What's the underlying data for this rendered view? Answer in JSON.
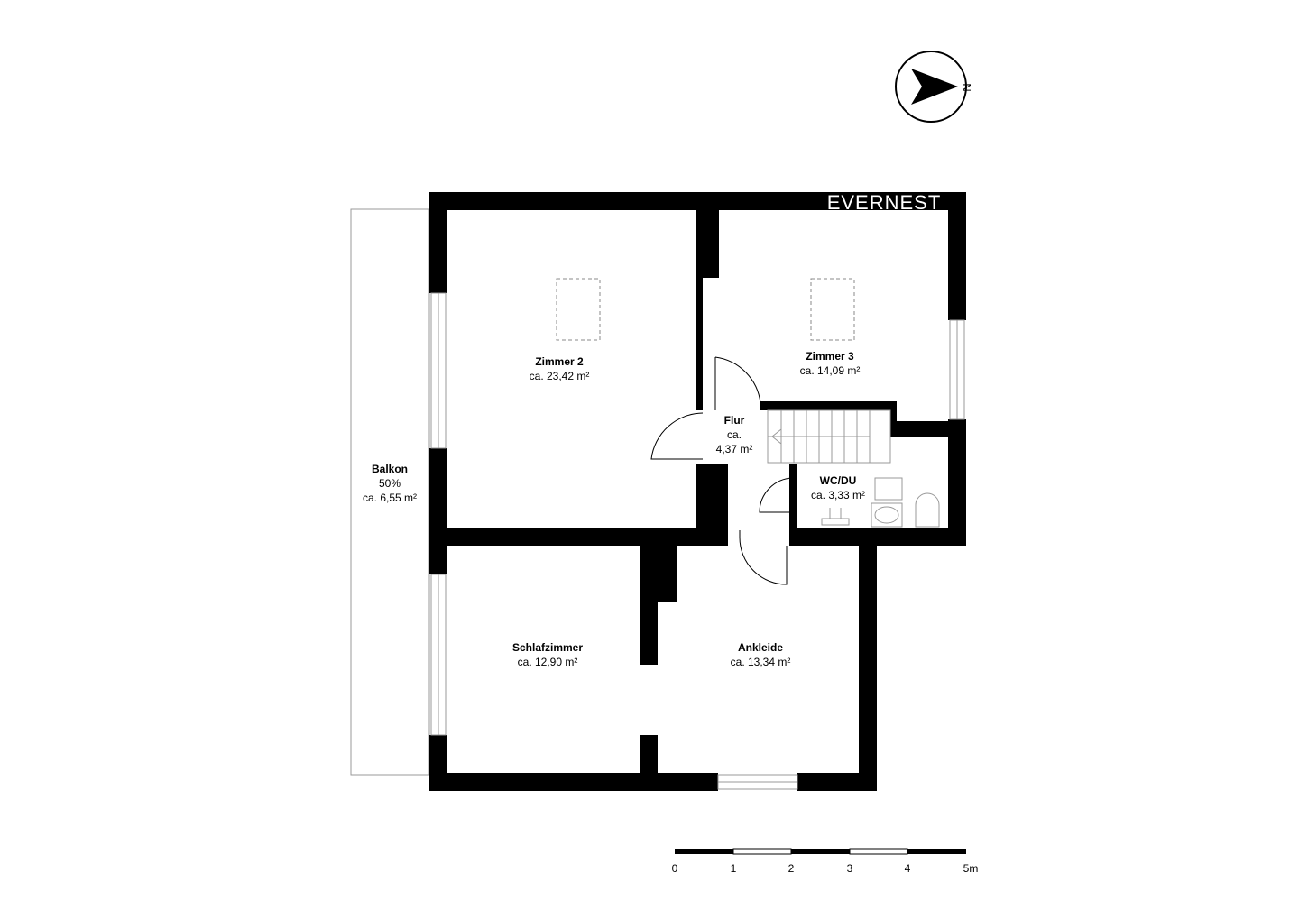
{
  "brand": "EVERNEST",
  "compass": {
    "icon": "north-arrow-icon",
    "label": "N"
  },
  "rooms": {
    "zimmer2": {
      "name": "Zimmer 2",
      "area": "ca. 23,42 m²"
    },
    "zimmer3": {
      "name": "Zimmer 3",
      "area": "ca. 14,09 m²"
    },
    "flur": {
      "name": "Flur",
      "area_line1": "ca.",
      "area_line2": "4,37 m²"
    },
    "wcdu": {
      "name": "WC/DU",
      "area": "ca. 3,33 m²"
    },
    "balkon": {
      "name": "Balkon",
      "share": "50%",
      "area": "ca. 6,55 m²"
    },
    "schlafzimmer": {
      "name": "Schlafzimmer",
      "area": "ca. 12,90 m²"
    },
    "ankleide": {
      "name": "Ankleide",
      "area": "ca. 13,34 m²"
    }
  },
  "scale_bar": {
    "ticks": [
      "0",
      "1",
      "2",
      "3",
      "4",
      "5m"
    ]
  },
  "colors": {
    "wall": "#000000",
    "background": "#ffffff",
    "window": "#999999"
  }
}
